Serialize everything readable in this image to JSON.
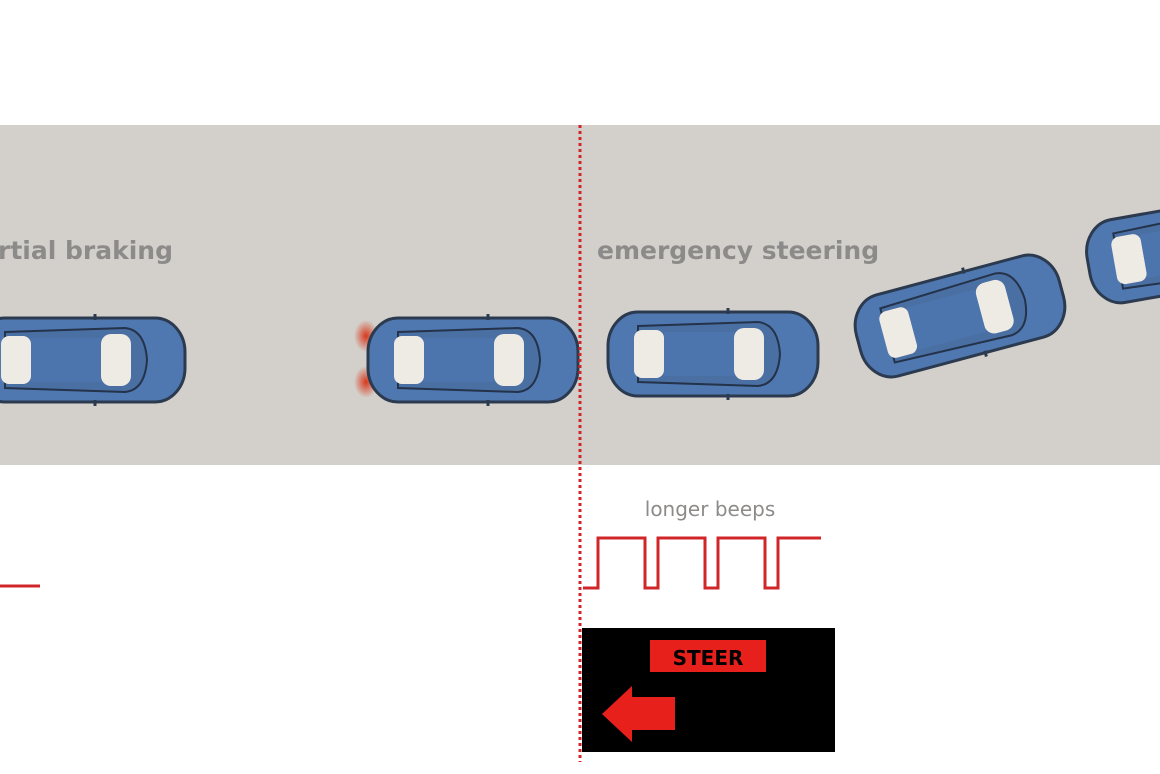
{
  "labels": {
    "phase_left": "rtial braking",
    "phase_right": "emergency steering",
    "beeps": "longer beeps",
    "display_text": "STEER"
  },
  "colors": {
    "road": "#d3d0cb",
    "car_body": "#4f78b0",
    "warning_red": "#e8201c",
    "display_bg": "#000000",
    "label_gray": "#8c8b89"
  },
  "icons": [
    "car-icon",
    "brake-light-glow",
    "left-arrow-icon"
  ]
}
